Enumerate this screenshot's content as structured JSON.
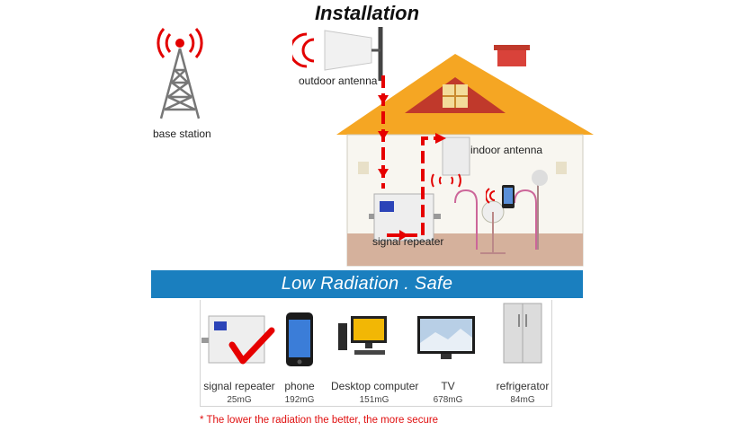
{
  "title": "Installation",
  "labels": {
    "outdoor_antenna": "outdoor antenna",
    "base_station": "base station",
    "indoor_antenna": "indoor antenna",
    "signal_repeater": "signal repeater"
  },
  "banner": "Low Radiation . Safe",
  "devices": [
    {
      "name": "signal repeater",
      "value": "25mG",
      "icon": "signal-repeater-icon"
    },
    {
      "name": "phone",
      "value": "192mG",
      "icon": "phone-icon"
    },
    {
      "name": "Desktop computer",
      "value": "151mG",
      "icon": "desktop-computer-icon"
    },
    {
      "name": "TV",
      "value": "678mG",
      "icon": "tv-icon"
    },
    {
      "name": "refrigerator",
      "value": "84mG",
      "icon": "refrigerator-icon"
    }
  ],
  "note": "* The lower the radiation the better, the more secure",
  "colors": {
    "banner": "#1a7fbf",
    "signal_path": "#e60000",
    "roof": "#f5a623",
    "note": "#e01010"
  }
}
